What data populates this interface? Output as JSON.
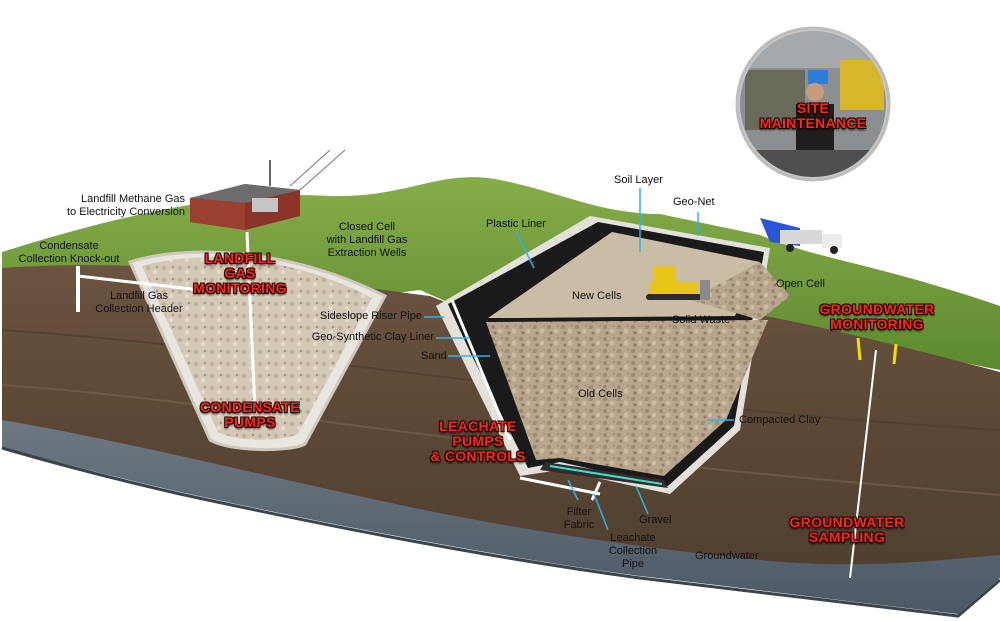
{
  "labels": {
    "methane": "Landfill Methane Gas\nto Electricity Conversion",
    "condensate_knockout": "Condensate\nCollection Knock-out",
    "gas_header": "Landfill Gas\nCollection Header",
    "closed_cell": "Closed Cell\nwith Landfill Gas\nExtraction Wells",
    "plastic_liner": "Plastic Liner",
    "soil_layer": "Soil Layer",
    "geo_net": "Geo-Net",
    "new_cells": "New Cells",
    "open_cell": "Open Cell",
    "solid_waste": "Solid Waste",
    "sideslope": "Sideslope Riser Pipe",
    "clay_liner": "Geo-Synthetic Clay Liner",
    "sand": "Sand",
    "old_cells": "Old Cells",
    "compacted_clay": "Compacted Clay",
    "filter_fabric": "Filter\nFabric",
    "gravel": "Gravel",
    "leachate_pipe": "Leachate\nCollection\nPipe",
    "groundwater": "Groundwater"
  },
  "callouts": {
    "site_maintenance": "SITE\nMAINTENANCE",
    "gas_monitoring": "LANDFILL\nGAS\nMONITORING",
    "condensate_pumps": "CONDENSATE\nPUMPS",
    "leachate_pumps": "LEACHATE\nPUMPS\n& CONTROLS",
    "gw_monitoring": "GROUNDWATER\nMONITORING",
    "gw_sampling": "GROUNDWATER\nSAMPLING"
  },
  "colors": {
    "grass": "#6f9a3a",
    "soil": "#5e4a38",
    "groundwater": "#5c6873",
    "waste": "#b7a48c",
    "liner": "#1a1a1a",
    "leader": "#29b6e6",
    "callout": "#ff2a14"
  }
}
